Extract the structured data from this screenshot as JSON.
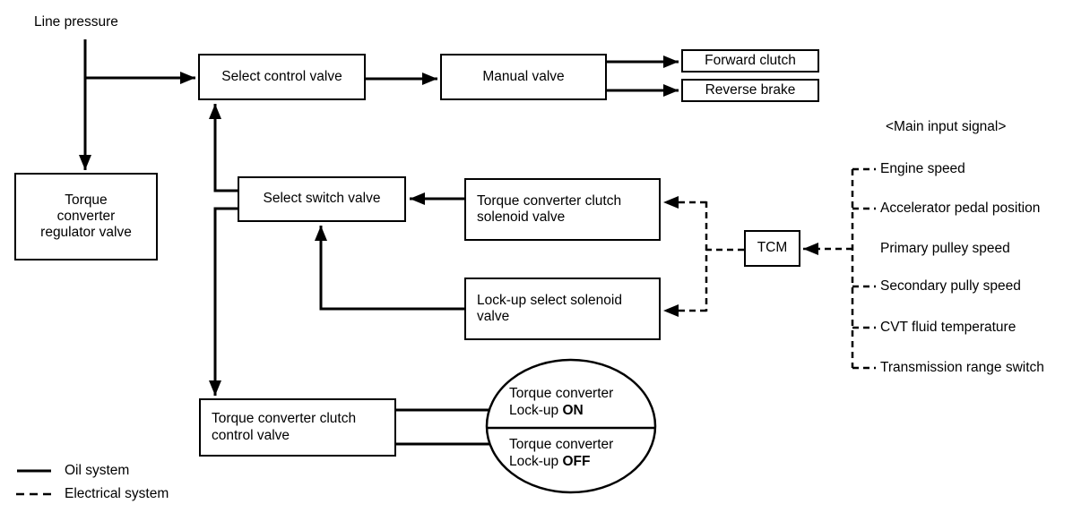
{
  "line_pressure_label": "Line pressure",
  "boxes": {
    "regulator": "Torque\nconverter\nregulator valve",
    "select_control_valve": "Select control valve",
    "manual_valve": "Manual valve",
    "forward_clutch": "Forward clutch",
    "reverse_brake": "Reverse brake",
    "select_switch_valve": "Select switch valve",
    "tcc_solenoid_valve": "Torque converter clutch\nsolenoid valve",
    "lockup_select_solenoid_valve": "Lock-up select solenoid\nvalve",
    "tcm": "TCM",
    "tcc_control_valve": "Torque converter clutch\ncontrol valve"
  },
  "ellipse": {
    "top_line1": "Torque converter",
    "top_line2_prefix": "Lock-up ",
    "top_line2_word": "ON",
    "bottom_line1": "Torque converter",
    "bottom_line2_prefix": "Lock-up ",
    "bottom_line2_word": "OFF"
  },
  "main_input": {
    "heading": "<Main input signal>",
    "items": [
      "Engine speed",
      "Accelerator pedal position",
      "Primary pulley speed",
      "Secondary pully speed",
      "CVT fluid temperature",
      "Transmission range switch"
    ]
  },
  "legend": {
    "oil_label": "Oil system",
    "electrical_label": "Electrical system"
  },
  "colors": {
    "line": "#000000",
    "background": "#ffffff"
  }
}
